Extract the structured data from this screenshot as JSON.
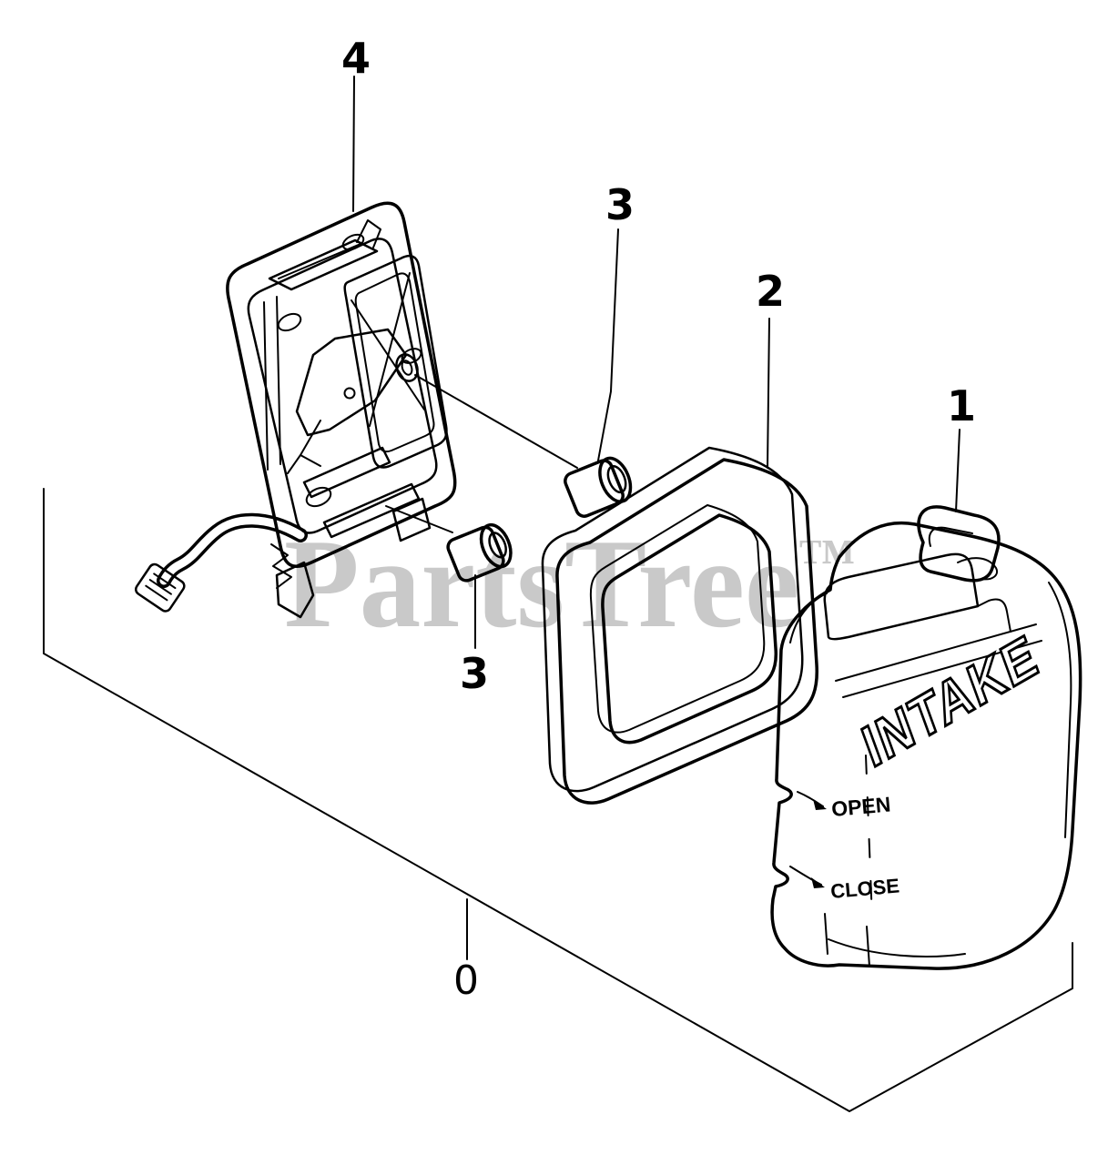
{
  "watermark": {
    "text": "PartsTree",
    "trademark_symbol": "™",
    "color": "#c9c9c9"
  },
  "callouts": [
    {
      "ref": "4",
      "part": "air-cleaner-base"
    },
    {
      "ref": "3",
      "part": "collar-upper"
    },
    {
      "ref": "2",
      "part": "air-filter-element"
    },
    {
      "ref": "1",
      "part": "air-cleaner-cover"
    },
    {
      "ref": "3",
      "part": "collar-lower"
    },
    {
      "ref": "0",
      "part": "air-cleaner-assembly-baseline"
    }
  ],
  "cover_markings": {
    "embossed_text": "INTAKE",
    "choke_open": "OPEN",
    "choke_close": "CLOSE"
  },
  "ink_color": "#000000",
  "background_color": "#ffffff"
}
